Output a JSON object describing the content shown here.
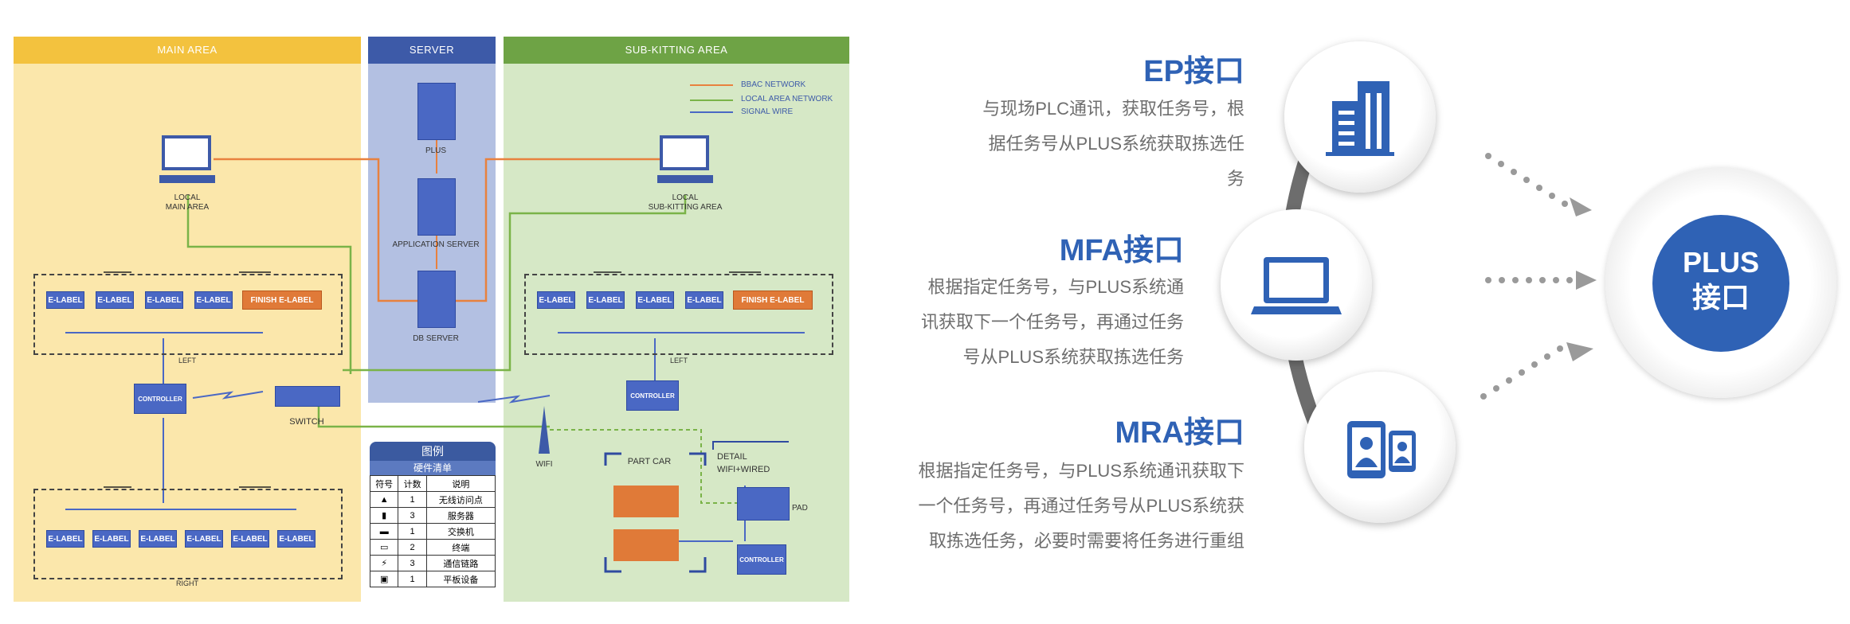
{
  "diagram": {
    "zones": {
      "main": "MAIN AREA",
      "server": "SERVER",
      "sub": "SUB-KITTING AREA"
    },
    "legend_lines": [
      "BBAC NETWORK",
      "LOCAL AREA NETWORK",
      "SIGNAL WIRE"
    ],
    "servers": [
      "PLUS",
      "APPLICATION SERVER",
      "DB SERVER"
    ],
    "local_main": "LOCAL\nMAIN AREA",
    "local_sub": "LOCAL\nSUB-KITTING AREA",
    "elabel": "E-LABEL",
    "finish": "FINISH E-LABEL",
    "left": "LEFT",
    "right": "RIGHT",
    "controller": "CONTROLLER",
    "switch": "SWITCH",
    "wifi": "WIFI",
    "part_car": "PART CAR",
    "detail": "DETAIL",
    "wifi_wired": "WIFI+WIRED",
    "pad": "PAD",
    "legend": {
      "title": "图例",
      "subtitle": "硬件清单",
      "headers": [
        "符号",
        "计数",
        "说明"
      ],
      "rows": [
        {
          "count": "1",
          "desc": "无线访问点"
        },
        {
          "count": "3",
          "desc": "服务器"
        },
        {
          "count": "1",
          "desc": "交换机"
        },
        {
          "count": "2",
          "desc": "终端"
        },
        {
          "count": "3",
          "desc": "通信链路"
        },
        {
          "count": "1",
          "desc": "平板设备"
        }
      ]
    }
  },
  "interfaces": {
    "ep": {
      "title": "EP接口",
      "desc": [
        "与现场PLC通讯，获取任务号，根",
        "据任务号从PLUS系统获取拣选任",
        "务"
      ]
    },
    "mfa": {
      "title": "MFA接口",
      "desc": [
        "根据指定任务号，与PLUS系统通",
        "讯获取下一个任务号，再通过任务",
        "号从PLUS系统获取拣选任务"
      ]
    },
    "mra": {
      "title": "MRA接口",
      "desc": [
        "根据指定任务号，与PLUS系统通讯获取下",
        "一个任务号，再通过任务号从PLUS系统获",
        "取拣选任务，必要时需要将任务进行重组"
      ]
    },
    "plus": {
      "line1": "PLUS",
      "line2": "接口"
    }
  },
  "icons": [
    "building-icon",
    "laptop-icon",
    "mobile-devices-icon"
  ],
  "colors": {
    "accent": "#2f62b5",
    "main_zone": "#fbe7ab",
    "server_zone": "#b3c0e2",
    "sub_zone": "#d6e8c6"
  }
}
